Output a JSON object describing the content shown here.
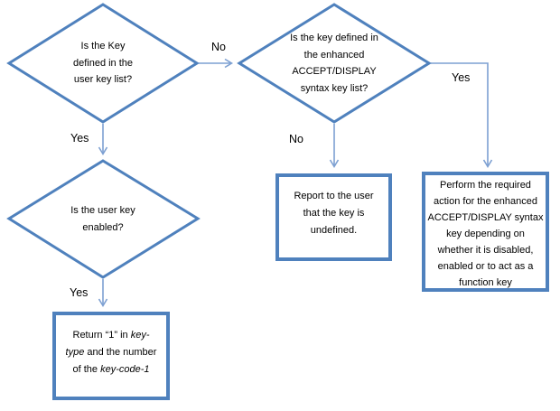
{
  "diagram": {
    "colors": {
      "shape_border": "#4F81BD",
      "connector": "#7DA0D2",
      "text": "#000000",
      "background": "#FFFFFF"
    },
    "nodes": {
      "d1": {
        "lines": [
          "Is the Key",
          "defined in the",
          "user key list?"
        ]
      },
      "d2": {
        "lines": [
          "Is the key defined in",
          "the enhanced",
          "ACCEPT/DISPLAY",
          "syntax key list?"
        ]
      },
      "d3": {
        "lines": [
          "Is the user key",
          "enabled?"
        ]
      },
      "report": {
        "lines": [
          "Report to the user",
          "that the key is",
          "undefined."
        ]
      },
      "perform": {
        "lines": [
          "Perform the required",
          "action for the enhanced",
          "ACCEPT/DISPLAY syntax",
          "key depending on",
          "whether it is disabled,",
          "enabled or to act as a",
          "function key"
        ]
      },
      "return": {
        "l1a": "Return “1” in ",
        "l1b": "key-",
        "l2a": "type",
        "l2b": " and the number",
        "l3a": "of the ",
        "l3b": "key-code-1"
      }
    },
    "labels": {
      "no1": "No",
      "yes1": "Yes",
      "no2": "No",
      "yes2": "Yes",
      "yes3": "Yes"
    }
  }
}
